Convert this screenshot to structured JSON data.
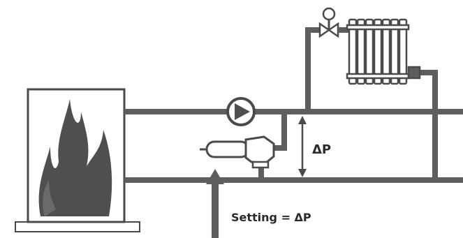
{
  "diagram": {
    "labels": {
      "delta_p": "ΔP",
      "setting": "Setting = ΔP"
    },
    "colors": {
      "pipe": "#5e5e5e",
      "flame": "#4f4f4f",
      "outline": "#4a4a4a",
      "background": "#ffffff"
    },
    "components": [
      "boiler",
      "boiler-flame-icon",
      "circulation-pump-icon",
      "radiator",
      "radiator-valve-icon",
      "differential-pressure-bypass-valve",
      "setting-arrow",
      "delta-p-dimension-arrow"
    ]
  }
}
